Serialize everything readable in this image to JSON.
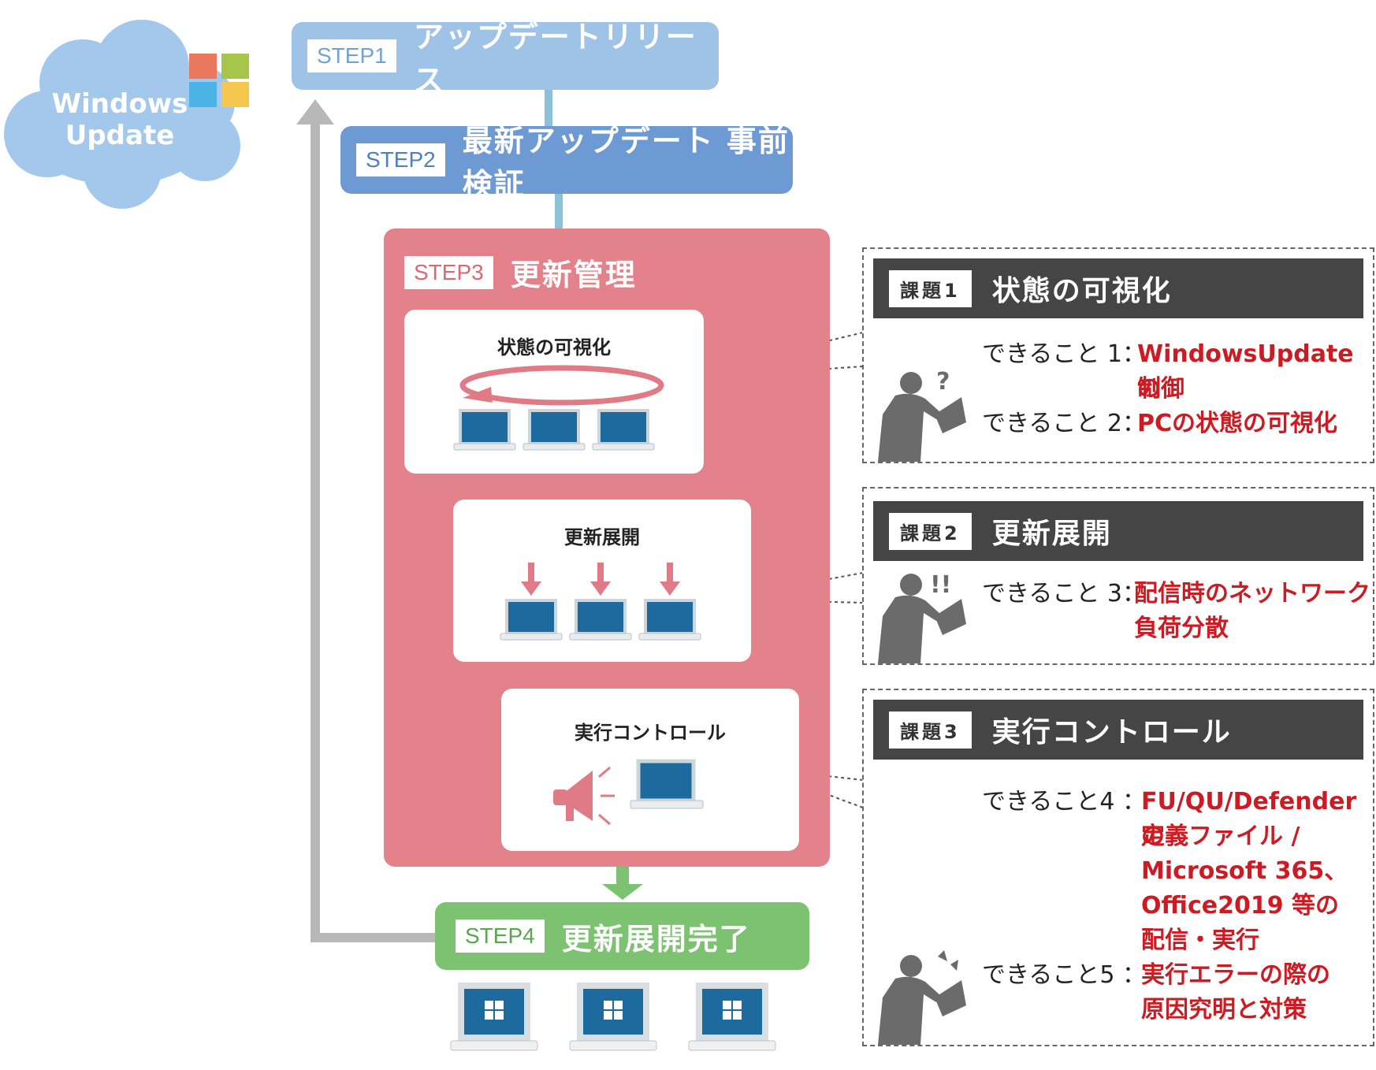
{
  "cloud": {
    "line1": "Windows",
    "line2": "Update"
  },
  "steps": [
    {
      "tag": "STEP1",
      "title": "アップデートリリース"
    },
    {
      "tag": "STEP2",
      "title": "最新アップデート 事前検証"
    },
    {
      "tag": "STEP3",
      "title": "更新管理"
    },
    {
      "tag": "STEP4",
      "title": "更新展開完了"
    }
  ],
  "boxes": [
    {
      "title": "状態の可視化"
    },
    {
      "title": "更新展開"
    },
    {
      "title": "実行コントロール"
    }
  ],
  "issues": [
    {
      "tag": "課題1",
      "title": "状態の可視化",
      "items": [
        {
          "label": "できること 1：",
          "lines": [
            "WindowsUpdateの",
            "制御"
          ]
        },
        {
          "label": "できること 2：",
          "lines": [
            "PCの状態の可視化"
          ]
        }
      ]
    },
    {
      "tag": "課題2",
      "title": "更新展開",
      "items": [
        {
          "label": "できること 3：",
          "lines": [
            "配信時のネットワーク",
            "負荷分散"
          ]
        }
      ]
    },
    {
      "tag": "課題3",
      "title": "実行コントロール",
      "items": [
        {
          "label": "できること4 ：",
          "lines": [
            "FU/QU/Defender の",
            "定義ファイル /",
            "Microsoft 365、",
            "Office2019 等の",
            "配信・実行"
          ]
        },
        {
          "label": "できること5 ：",
          "lines": [
            "実行エラーの際の",
            "原因究明と対策"
          ]
        }
      ]
    }
  ],
  "colors": {
    "step1": "#9fc2e7",
    "step2": "#6e9ad4",
    "step3": "#e3828a",
    "step4": "#7cc270",
    "issue_header": "#454545",
    "accent_red": "#cc1b22",
    "screen": "#1d6a9e"
  }
}
